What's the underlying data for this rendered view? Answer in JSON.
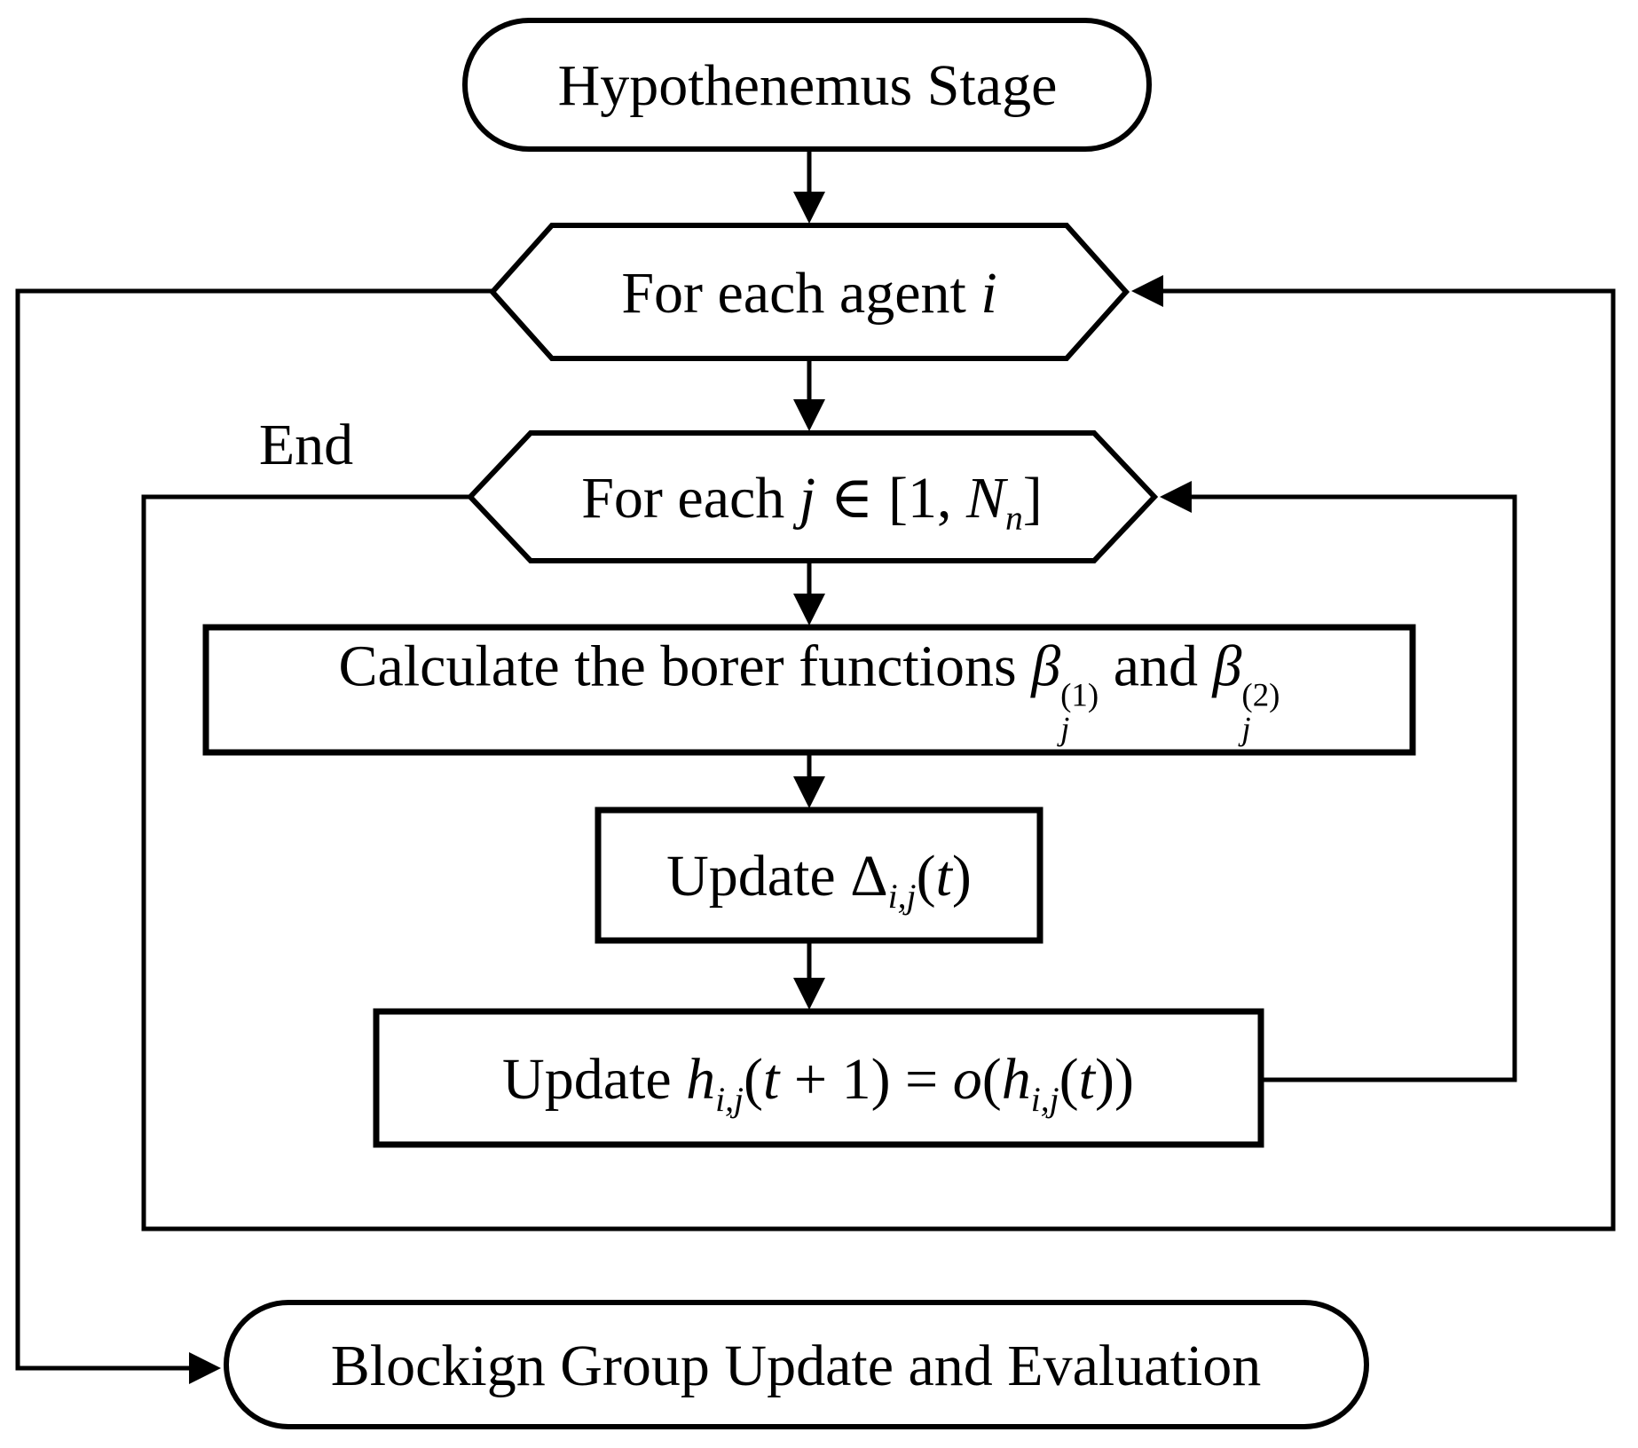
{
  "diagram": {
    "colors": {
      "background": "#ffffff",
      "line": "#000000"
    },
    "nodes": {
      "start": {
        "type": "stadium",
        "label": "Hypothenemus Stage"
      },
      "agent_loop": {
        "type": "hexagon",
        "t0": "For each agent ",
        "t1": "i"
      },
      "j_loop": {
        "type": "hexagon",
        "t0": "For each ",
        "t1": "j",
        "t2": " ∈ [1, ",
        "t3": "N",
        "t4": "n",
        "t5": "]"
      },
      "calc": {
        "type": "process",
        "t0": "Calculate the borer functions ",
        "beta1": {
          "base": "β",
          "sup": "(1)",
          "sub": "j"
        },
        "t1": " and ",
        "beta2": {
          "base": "β",
          "sup": "(2)",
          "sub": "j"
        }
      },
      "update_delta": {
        "type": "process",
        "t0": "Update ",
        "t1": "Δ",
        "t2": "i,j",
        "t3": "(",
        "t4": "t",
        "t5": ")"
      },
      "update_h": {
        "type": "process",
        "t0": "Update ",
        "t1": "h",
        "t2": "i,j",
        "t3": "(",
        "t4": "t",
        "t5": " + 1) = ",
        "t6": "o",
        "t7": "(",
        "t8": "h",
        "t9": "i,j",
        "t10": "(",
        "t11": "t",
        "t12": "))"
      },
      "end": {
        "type": "stadium",
        "label": "Blockign Group Update and Evaluation"
      }
    },
    "labels": {
      "j_loop_end": "End"
    }
  }
}
